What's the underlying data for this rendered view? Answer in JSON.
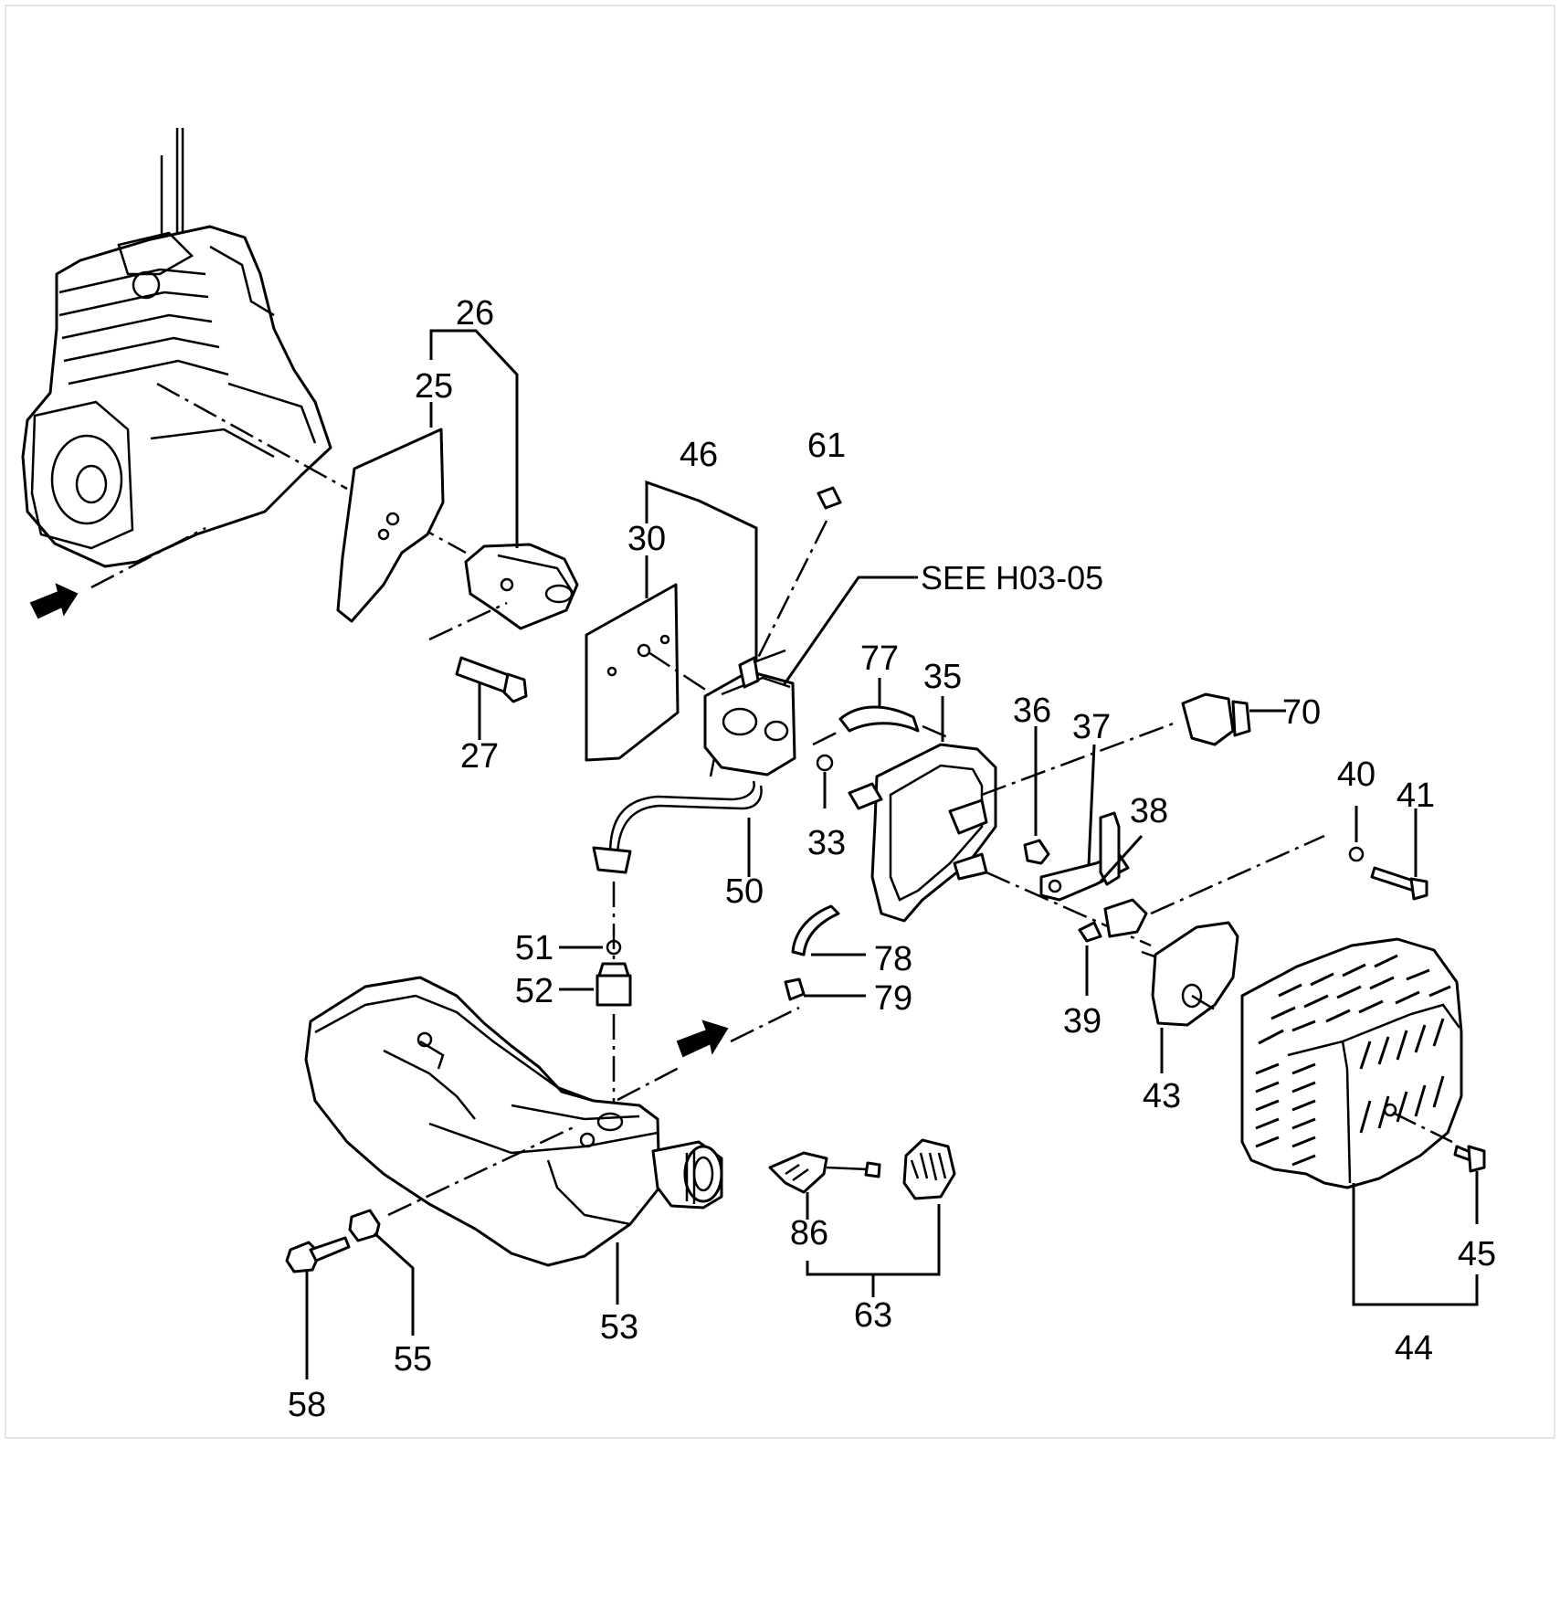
{
  "diagram": {
    "reference_note": "SEE H03-05",
    "part_numbers": {
      "p25": "25",
      "p26": "26",
      "p27": "27",
      "p30": "30",
      "p33": "33",
      "p35": "35",
      "p36": "36",
      "p37": "37",
      "p38": "38",
      "p39": "39",
      "p40": "40",
      "p41": "41",
      "p43": "43",
      "p44": "44",
      "p45": "45",
      "p46": "46",
      "p50": "50",
      "p51": "51",
      "p52": "52",
      "p53": "53",
      "p55": "55",
      "p58": "58",
      "p61": "61",
      "p63": "63",
      "p70": "70",
      "p77": "77",
      "p78": "78",
      "p79": "79",
      "p86": "86"
    },
    "colors": {
      "line": "#000000",
      "background": "#ffffff",
      "border": "#e6e6e6"
    }
  }
}
